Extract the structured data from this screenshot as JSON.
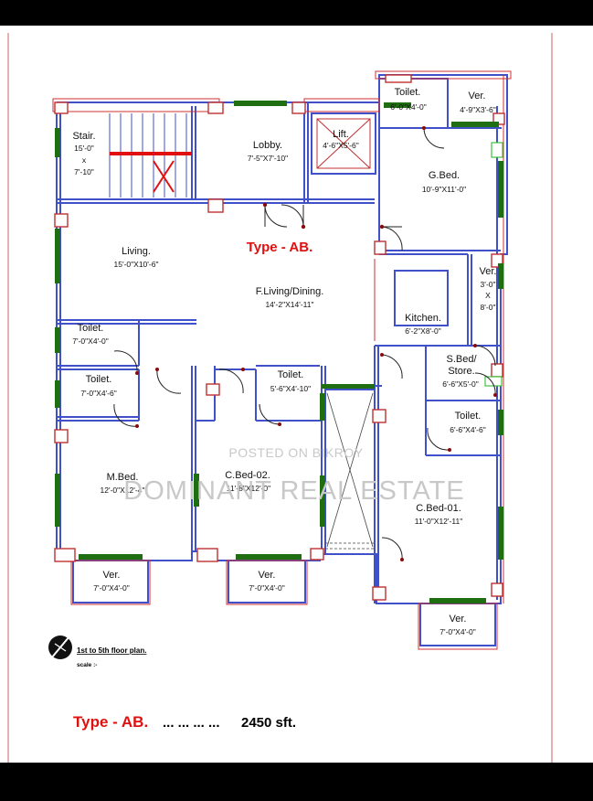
{
  "plan": {
    "type_tag": "Type - AB.",
    "rooms": {
      "stair": {
        "name": "Stair.",
        "dim1": "15'-0\"",
        "dim2": "x",
        "dim3": "7'-10\""
      },
      "lobby": {
        "name": "Lobby.",
        "dim": "7'-5\"X7'-10\""
      },
      "lift": {
        "name": "Lift.",
        "dim": "4'-6\"X5'-6\""
      },
      "toilet_top": {
        "name": "Toilet.",
        "dim": "6'-0\"X4'-0\""
      },
      "ver_top": {
        "name": "Ver.",
        "dim": "4'-9\"X3'-6\""
      },
      "g_bed": {
        "name": "G.Bed.",
        "dim": "10'-9\"X11'-0\""
      },
      "living": {
        "name": "Living.",
        "dim": "15'-0\"X10'-6\""
      },
      "f_living": {
        "name": "F.Living/Dining.",
        "dim": "14'-2\"X14'-11\""
      },
      "ver_kitchen": {
        "name": "Ver.",
        "dim1": "3'-0\"",
        "dim2": "X",
        "dim3": "8'-0\""
      },
      "kitchen": {
        "name": "Kitchen.",
        "dim": "6'-2\"X8'-0\""
      },
      "toilet_left": {
        "name": "Toilet.",
        "dim": "7'-0\"X4'-0\""
      },
      "s_bed": {
        "name": "S.Bed/",
        "name2": "Store.",
        "dim": "6'-6\"X5'-0\""
      },
      "toilet_m": {
        "name": "Toilet.",
        "dim": "7'-0\"X4'-6\""
      },
      "toilet_c": {
        "name": "Toilet.",
        "dim": "5'-6\"X4'-10\""
      },
      "toilet_r": {
        "name": "Toilet.",
        "dim": "6'-6\"X4'-6\""
      },
      "m_bed": {
        "name": "M.Bed.",
        "dim": "12'-0\"X12'-4\""
      },
      "c_bed_02": {
        "name": "C.Bed-02.",
        "dim": "11'-8\"X12'-0\""
      },
      "c_bed_01": {
        "name": "C.Bed-01.",
        "dim": "11'-0\"X12'-11\""
      },
      "ver_m": {
        "name": "Ver.",
        "dim": "7'-0\"X4'-0\""
      },
      "ver_c2": {
        "name": "Ver.",
        "dim": "7'-0\"X4'-0\""
      },
      "ver_c1": {
        "name": "Ver.",
        "dim": "7'-0\"X4'-0\""
      }
    }
  },
  "watermark": {
    "line1": "POSTED ON BIKROY",
    "line2": "DOMINANT REAL ESTATE"
  },
  "legend": {
    "title": "1st to 5th floor plan.",
    "scale": "scale :-"
  },
  "footer": {
    "type": "Type - AB.",
    "dots": "... ... ... ...",
    "area": "2450 sft."
  },
  "colors": {
    "wall": "#4050c8",
    "window": "#1f6e12",
    "accent_red": "#e01010",
    "door": "#8a0a0a"
  }
}
